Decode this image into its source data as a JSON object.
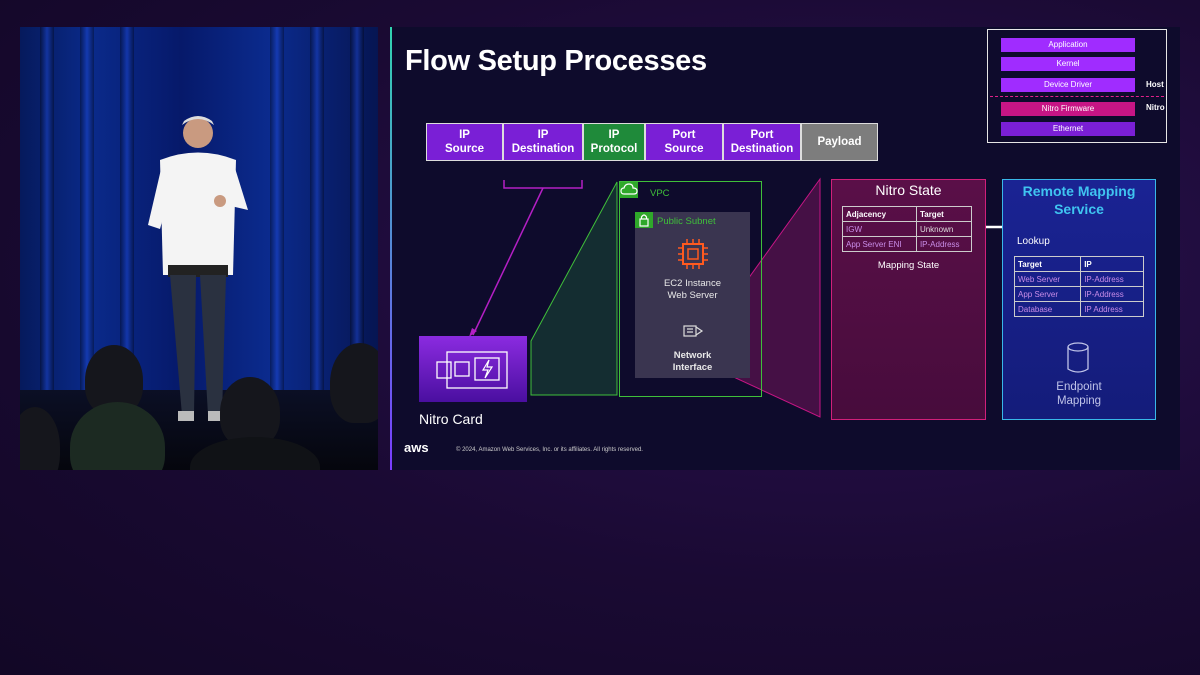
{
  "slide": {
    "title": "Flow Setup Processes",
    "legend": {
      "rows": [
        {
          "label": "Application",
          "color": "#a02cff"
        },
        {
          "label": "Kernel",
          "color": "#a02cff"
        },
        {
          "label": "Device Driver",
          "color": "#a02cff"
        },
        {
          "label": "Nitro Firmware",
          "color": "#c71585"
        },
        {
          "label": "Ethernet",
          "color": "#7a1fd6"
        }
      ],
      "host_label": "Host",
      "nitro_label": "Nitro"
    },
    "header_fields": [
      {
        "line1": "IP",
        "line2": "Source",
        "color": "#7a1fd6"
      },
      {
        "line1": "IP",
        "line2": "Destination",
        "color": "#7a1fd6"
      },
      {
        "line1": "IP",
        "line2": "Protocol",
        "color": "#1f8a3a"
      },
      {
        "line1": "Port",
        "line2": "Source",
        "color": "#7a1fd6"
      },
      {
        "line1": "Port",
        "line2": "Destination",
        "color": "#7a1fd6"
      },
      {
        "line1": "Payload",
        "line2": "",
        "color": "#7d7d7d"
      }
    ],
    "vpc": {
      "label": "VPC",
      "subnet_label": "Public Subnet",
      "instance_line1": "EC2 Instance",
      "instance_line2": "Web Server",
      "nic_line1": "Network",
      "nic_line2": "Interface"
    },
    "nitro_card_label": "Nitro Card",
    "nitro_state": {
      "title": "Nitro State",
      "headers": [
        "Adjacency",
        "Target"
      ],
      "rows": [
        [
          "IGW",
          "Unknown"
        ],
        [
          "App Server ENI",
          "IP-Address"
        ]
      ],
      "caption": "Mapping State"
    },
    "remote_mapping": {
      "title_line1": "Remote Mapping",
      "title_line2": "Service",
      "lookup_label": "Lookup",
      "headers": [
        "Target",
        "IP"
      ],
      "rows": [
        [
          "Web Server",
          "IP-Address"
        ],
        [
          "App Server",
          "IP-Address"
        ],
        [
          "Database",
          "IP Address"
        ]
      ],
      "endpoint_line1": "Endpoint",
      "endpoint_line2": "Mapping"
    },
    "aws_logo": "aws",
    "copyright": "© 2024, Amazon Web Services, Inc. or its affiliates. All rights reserved."
  }
}
